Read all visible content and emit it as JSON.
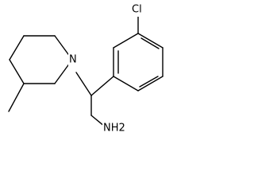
{
  "molecule": {
    "atoms": {
      "chlorine": "Cl",
      "nitrogen": "N",
      "amine": "NH2"
    }
  }
}
